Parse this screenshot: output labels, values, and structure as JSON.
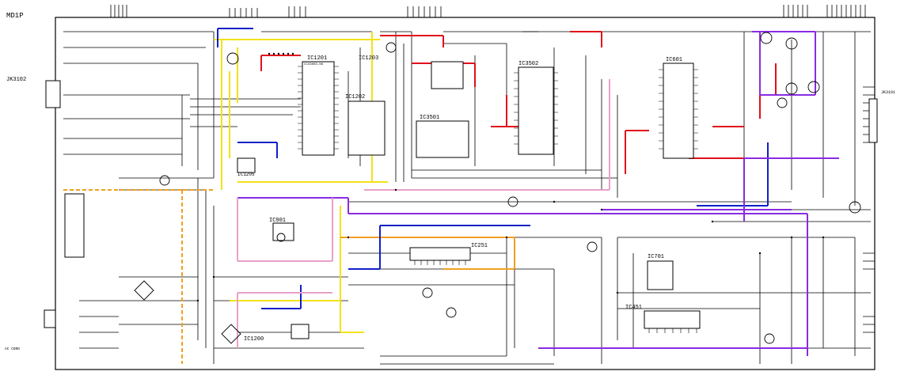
{
  "page": {
    "label": "MD1P"
  },
  "ics": {
    "ic1201": {
      "label": "IC1201",
      "part": "CCU3003-08"
    },
    "ic1202": {
      "label": "IC1202"
    },
    "ic1203": {
      "label": "IC1203"
    },
    "ic1205": {
      "label": "IC1205"
    },
    "ic3501": {
      "label": "IC3501"
    },
    "ic3502": {
      "label": "IC3502"
    },
    "ic601": {
      "label": "IC601"
    },
    "ic901": {
      "label": "IC901"
    },
    "ic251": {
      "label": "IC251"
    },
    "ic701": {
      "label": "IC701"
    },
    "ic451": {
      "label": "IC451"
    },
    "ic1200": {
      "label": "IC1200"
    }
  },
  "connectors": {
    "jk3102": {
      "label": "JK3102"
    },
    "jk3101": {
      "label": "JK3101"
    },
    "ac": {
      "label": "AC CORD"
    }
  },
  "colors": {
    "line": "#000000",
    "red": "#e0101a",
    "blue": "#1020c8",
    "yellow": "#f2e21a",
    "purple": "#8a2be2",
    "orange": "#f0a020",
    "pink": "#e8a0c8"
  }
}
